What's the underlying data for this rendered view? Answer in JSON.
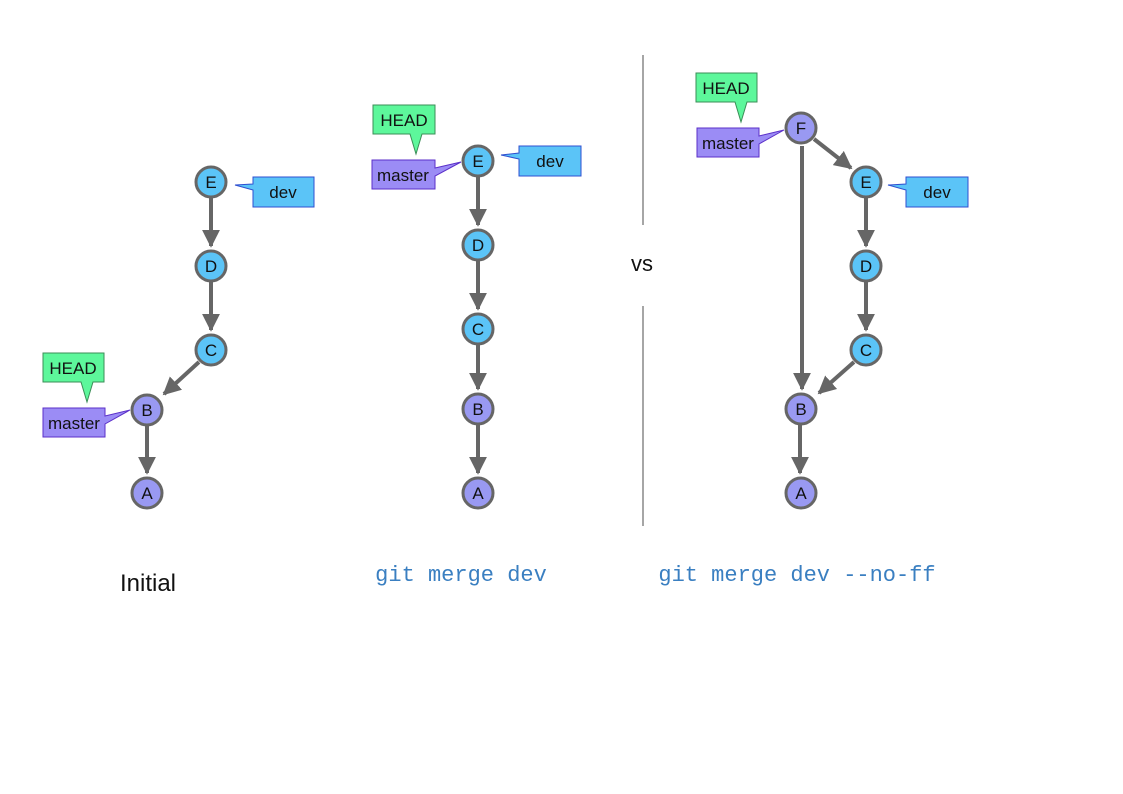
{
  "colors": {
    "master_commit": "#9999f2",
    "dev_commit": "#5bc4f7",
    "head_tag": "#5df79b",
    "master_tag": "#9b8cf5",
    "dev_tag": "#5bc4f7",
    "edge": "#666666",
    "caption_code": "#3a7fc1",
    "divider": "#888888"
  },
  "panels": [
    {
      "caption": "Initial",
      "commits": [
        "A",
        "B",
        "C",
        "D",
        "E"
      ],
      "refs": {
        "head": "HEAD",
        "master": "master",
        "dev": "dev"
      }
    },
    {
      "caption": "git merge dev",
      "commits": [
        "A",
        "B",
        "C",
        "D",
        "E"
      ],
      "refs": {
        "head": "HEAD",
        "master": "master",
        "dev": "dev"
      }
    },
    {
      "caption": "git merge dev --no-ff",
      "commits": [
        "A",
        "B",
        "C",
        "D",
        "E",
        "F"
      ],
      "refs": {
        "head": "HEAD",
        "master": "master",
        "dev": "dev"
      }
    }
  ],
  "separator_text": "vs"
}
